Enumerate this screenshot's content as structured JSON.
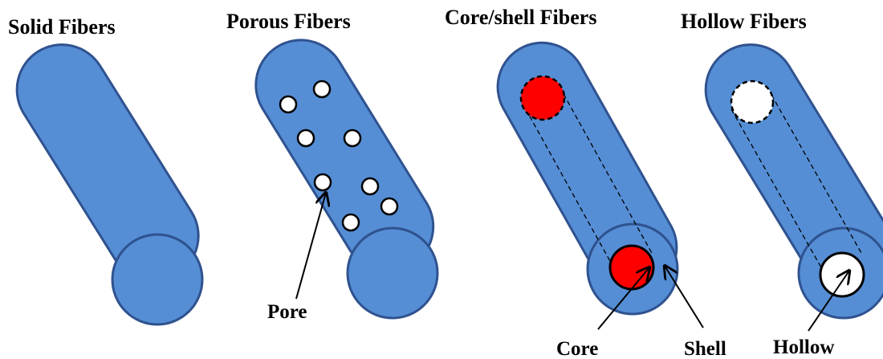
{
  "titles": {
    "solid": "Solid Fibers",
    "porous": "Porous Fibers",
    "core_shell": "Core/shell Fibers",
    "hollow": "Hollow Fibers"
  },
  "callouts": {
    "pore": "Pore",
    "core": "Core",
    "shell": "Shell",
    "hollow": "Hollow"
  },
  "colors": {
    "fiber_fill": "#558ed5",
    "fiber_outline": "#2f528f",
    "core": "#ff0000",
    "hollow": "#ffffff",
    "pore": "#ffffff",
    "ink": "#000000"
  }
}
